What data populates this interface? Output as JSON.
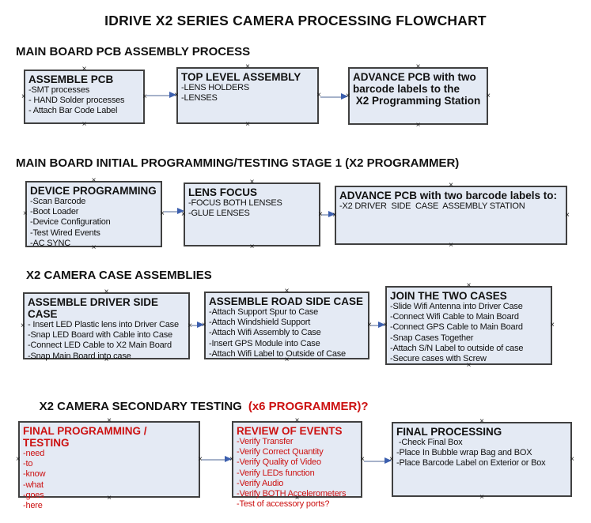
{
  "title": "IDRIVE X2  SERIES CAMERA PROCESSING FLOWCHART",
  "glyphs": {
    "connection_point": "×"
  },
  "colors": {
    "box_fill": "#e4eaf4",
    "box_border": "#404040",
    "arrow_line": "#a6b2ca",
    "arrow_head": "#3c5fae",
    "red_text": "#cc1111",
    "black_text": "#111111"
  },
  "sections": [
    {
      "heading": "MAIN BOARD PCB ASSEMBLY PROCESS",
      "boxes": [
        {
          "title": "ASSEMBLE PCB",
          "items": [
            "-SMT processes",
            "- HAND Solder processes",
            "- Attach Bar Code Label"
          ]
        },
        {
          "title": "TOP LEVEL ASSEMBLY",
          "items": [
            "-LENS HOLDERS",
            "-LENSES"
          ]
        },
        {
          "title": "ADVANCE PCB with two\nbarcode labels to the\n X2 Programming Station",
          "items": []
        }
      ]
    },
    {
      "heading": "MAIN BOARD INITIAL PROGRAMMING/TESTING STAGE 1 (X2 PROGRAMMER)",
      "boxes": [
        {
          "title": "DEVICE PROGRAMMING",
          "items": [
            "-Scan Barcode",
            "-Boot Loader",
            "-Device Configuration",
            "-Test Wired Events",
            "-AC SYNC"
          ]
        },
        {
          "title": "LENS FOCUS",
          "items": [
            "-FOCUS BOTH LENSES",
            "-GLUE LENSES"
          ]
        },
        {
          "title": "ADVANCE PCB with two barcode labels to:",
          "items": [
            "-X2 DRIVER  SIDE  CASE  ASSEMBLY STATION"
          ]
        }
      ]
    },
    {
      "heading": "X2 CAMERA CASE ASSEMBLIES",
      "boxes": [
        {
          "title": "ASSEMBLE DRIVER SIDE CASE",
          "items": [
            "- Insert LED Plastic lens into Driver Case",
            "-Snap LED Board with Cable into Case",
            "-Connect LED Cable to X2 Main Board",
            "-Snap Main Board into case"
          ]
        },
        {
          "title": "ASSEMBLE ROAD SIDE CASE",
          "items": [
            "-Attach Support Spur to Case",
            "-Attach Windshield Support",
            "-Attach Wifi Assembly to Case",
            "-Insert GPS Module into Case",
            "-Attach Wifi Label to Outside of Case"
          ]
        },
        {
          "title": "JOIN THE TWO CASES",
          "items": [
            "-Slide Wifi Antenna into Driver Case",
            "-Connect Wifi Cable to Main Board",
            "-Connect GPS Cable to Main Board",
            "-Snap Cases Together",
            "-Attach S/N Label to outside of case",
            "-Secure cases with Screw"
          ]
        }
      ]
    },
    {
      "heading": "X2 CAMERA SECONDARY TESTING",
      "heading_red": "(x6 PROGRAMMER)?",
      "boxes": [
        {
          "title": "FINAL PROGRAMMING / TESTING",
          "items": [
            "-need",
            "-to",
            "-know",
            "-what",
            "-goes",
            "-here"
          ]
        },
        {
          "title": "REVIEW OF EVENTS",
          "items": [
            "-Verify Transfer",
            "-Verify Correct Quantity",
            "-Verify Quality of Video",
            "-Verify LEDs function",
            "-Verify Audio",
            "-Verify BOTH Accelerometers",
            "-Test of accessory ports?"
          ]
        },
        {
          "title": "FINAL PROCESSING",
          "items": [
            " -Check Final Box",
            "-Place In Bubble wrap Bag and BOX",
            "-Place Barcode Label on Exterior or Box"
          ]
        }
      ]
    }
  ]
}
